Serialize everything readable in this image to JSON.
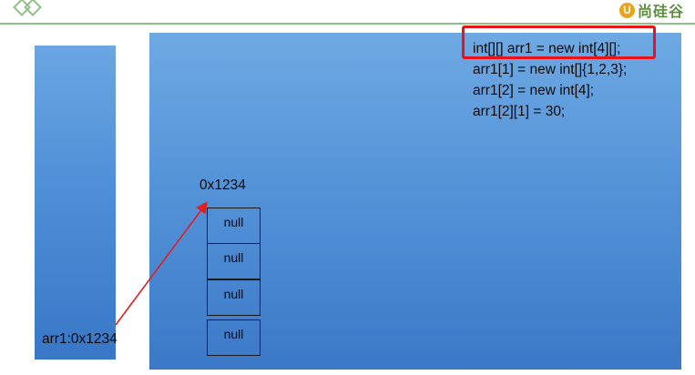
{
  "header": {
    "brand_mark": "U",
    "brand_text": "尚硅谷",
    "accent_color": "#8cc08a"
  },
  "code": {
    "lines": [
      "int[][] arr1 = new int[4][];",
      "arr1[1] = new int[]{1,2,3};",
      "arr1[2] = new int[4];",
      "arr1[2][1] = 30;"
    ],
    "highlight_color": "#e8141a"
  },
  "heap": {
    "address_label": "0x1234",
    "cells": [
      "null",
      "null",
      "null",
      "null"
    ]
  },
  "stack": {
    "variable_label": "arr1:0x1234"
  },
  "arrow_color": "#e02020"
}
